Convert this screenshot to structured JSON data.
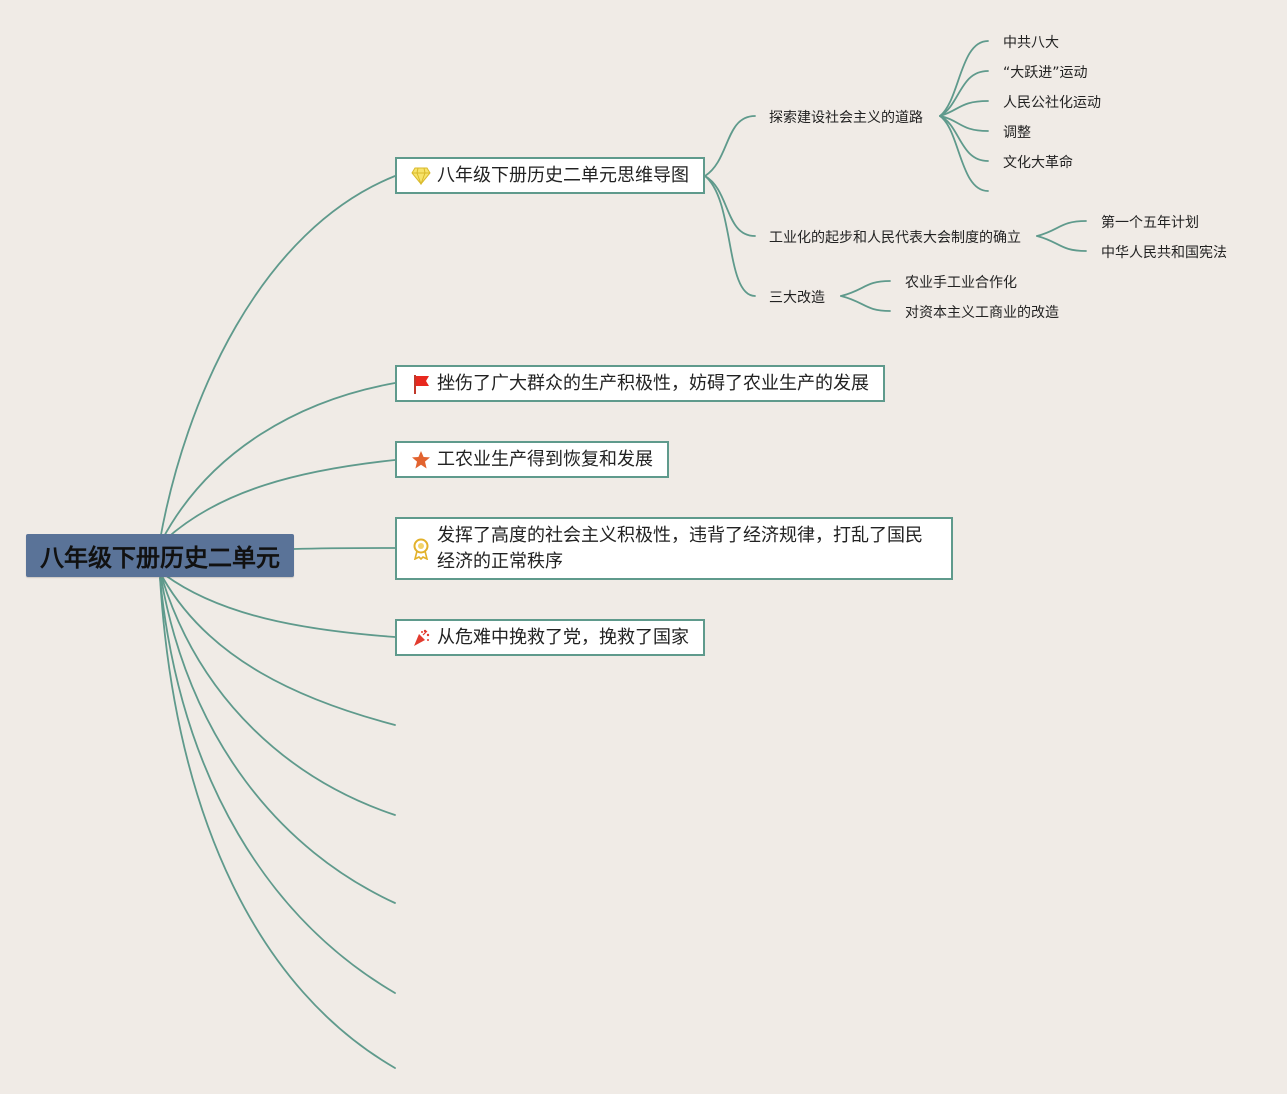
{
  "root": {
    "label": "八年级下册历史二单元"
  },
  "topics": [
    {
      "label": "八年级下册历史二单元思维导图",
      "icon": "diamond-icon"
    },
    {
      "label": "挫伤了广大群众的生产积极性，妨碍了农业生产的发展",
      "icon": "red-flag-icon"
    },
    {
      "label": "工农业生产得到恢复和发展",
      "icon": "orange-star-icon"
    },
    {
      "label": "发挥了高度的社会主义积极性，违背了经济规律，打乱了国民经济的正常秩序",
      "icon": "award-ribbon-icon"
    },
    {
      "label": "从危难中挽救了党，挽救了国家",
      "icon": "party-popper-icon"
    }
  ],
  "subtopics": [
    {
      "label": "探索建设社会主义的道路",
      "children": [
        "中共八大",
        "“大跃进”运动",
        "人民公社化运动",
        "调整",
        "文化大革命",
        ""
      ]
    },
    {
      "label": "工业化的起步和人民代表大会制度的确立",
      "children": [
        "第一个五年计划",
        "中华人民共和国宪法"
      ]
    },
    {
      "label": "三大改造",
      "children": [
        "农业手工业合作化",
        "对资本主义工商业的改造"
      ]
    }
  ],
  "colors": {
    "background": "#f0ebe6",
    "link": "#5f9a8c",
    "root_fill": "#5a7398",
    "box_border": "#5f9a8c"
  }
}
